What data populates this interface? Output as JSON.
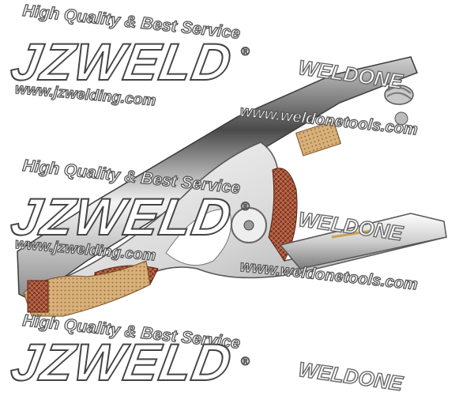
{
  "watermarks": {
    "tagline": "High Quality & Best Service",
    "logo": "JZWELD",
    "registered": "®",
    "site": "www.jzwelding.com",
    "brand2": "WELDONE",
    "site2": "www.weldonetools.com"
  },
  "colors": {
    "chrome_light": "#f2f2f2",
    "chrome_dark": "#3a3a3a",
    "copper": "#a9563a",
    "brass": "#d8b07a",
    "outline": "#555555"
  }
}
